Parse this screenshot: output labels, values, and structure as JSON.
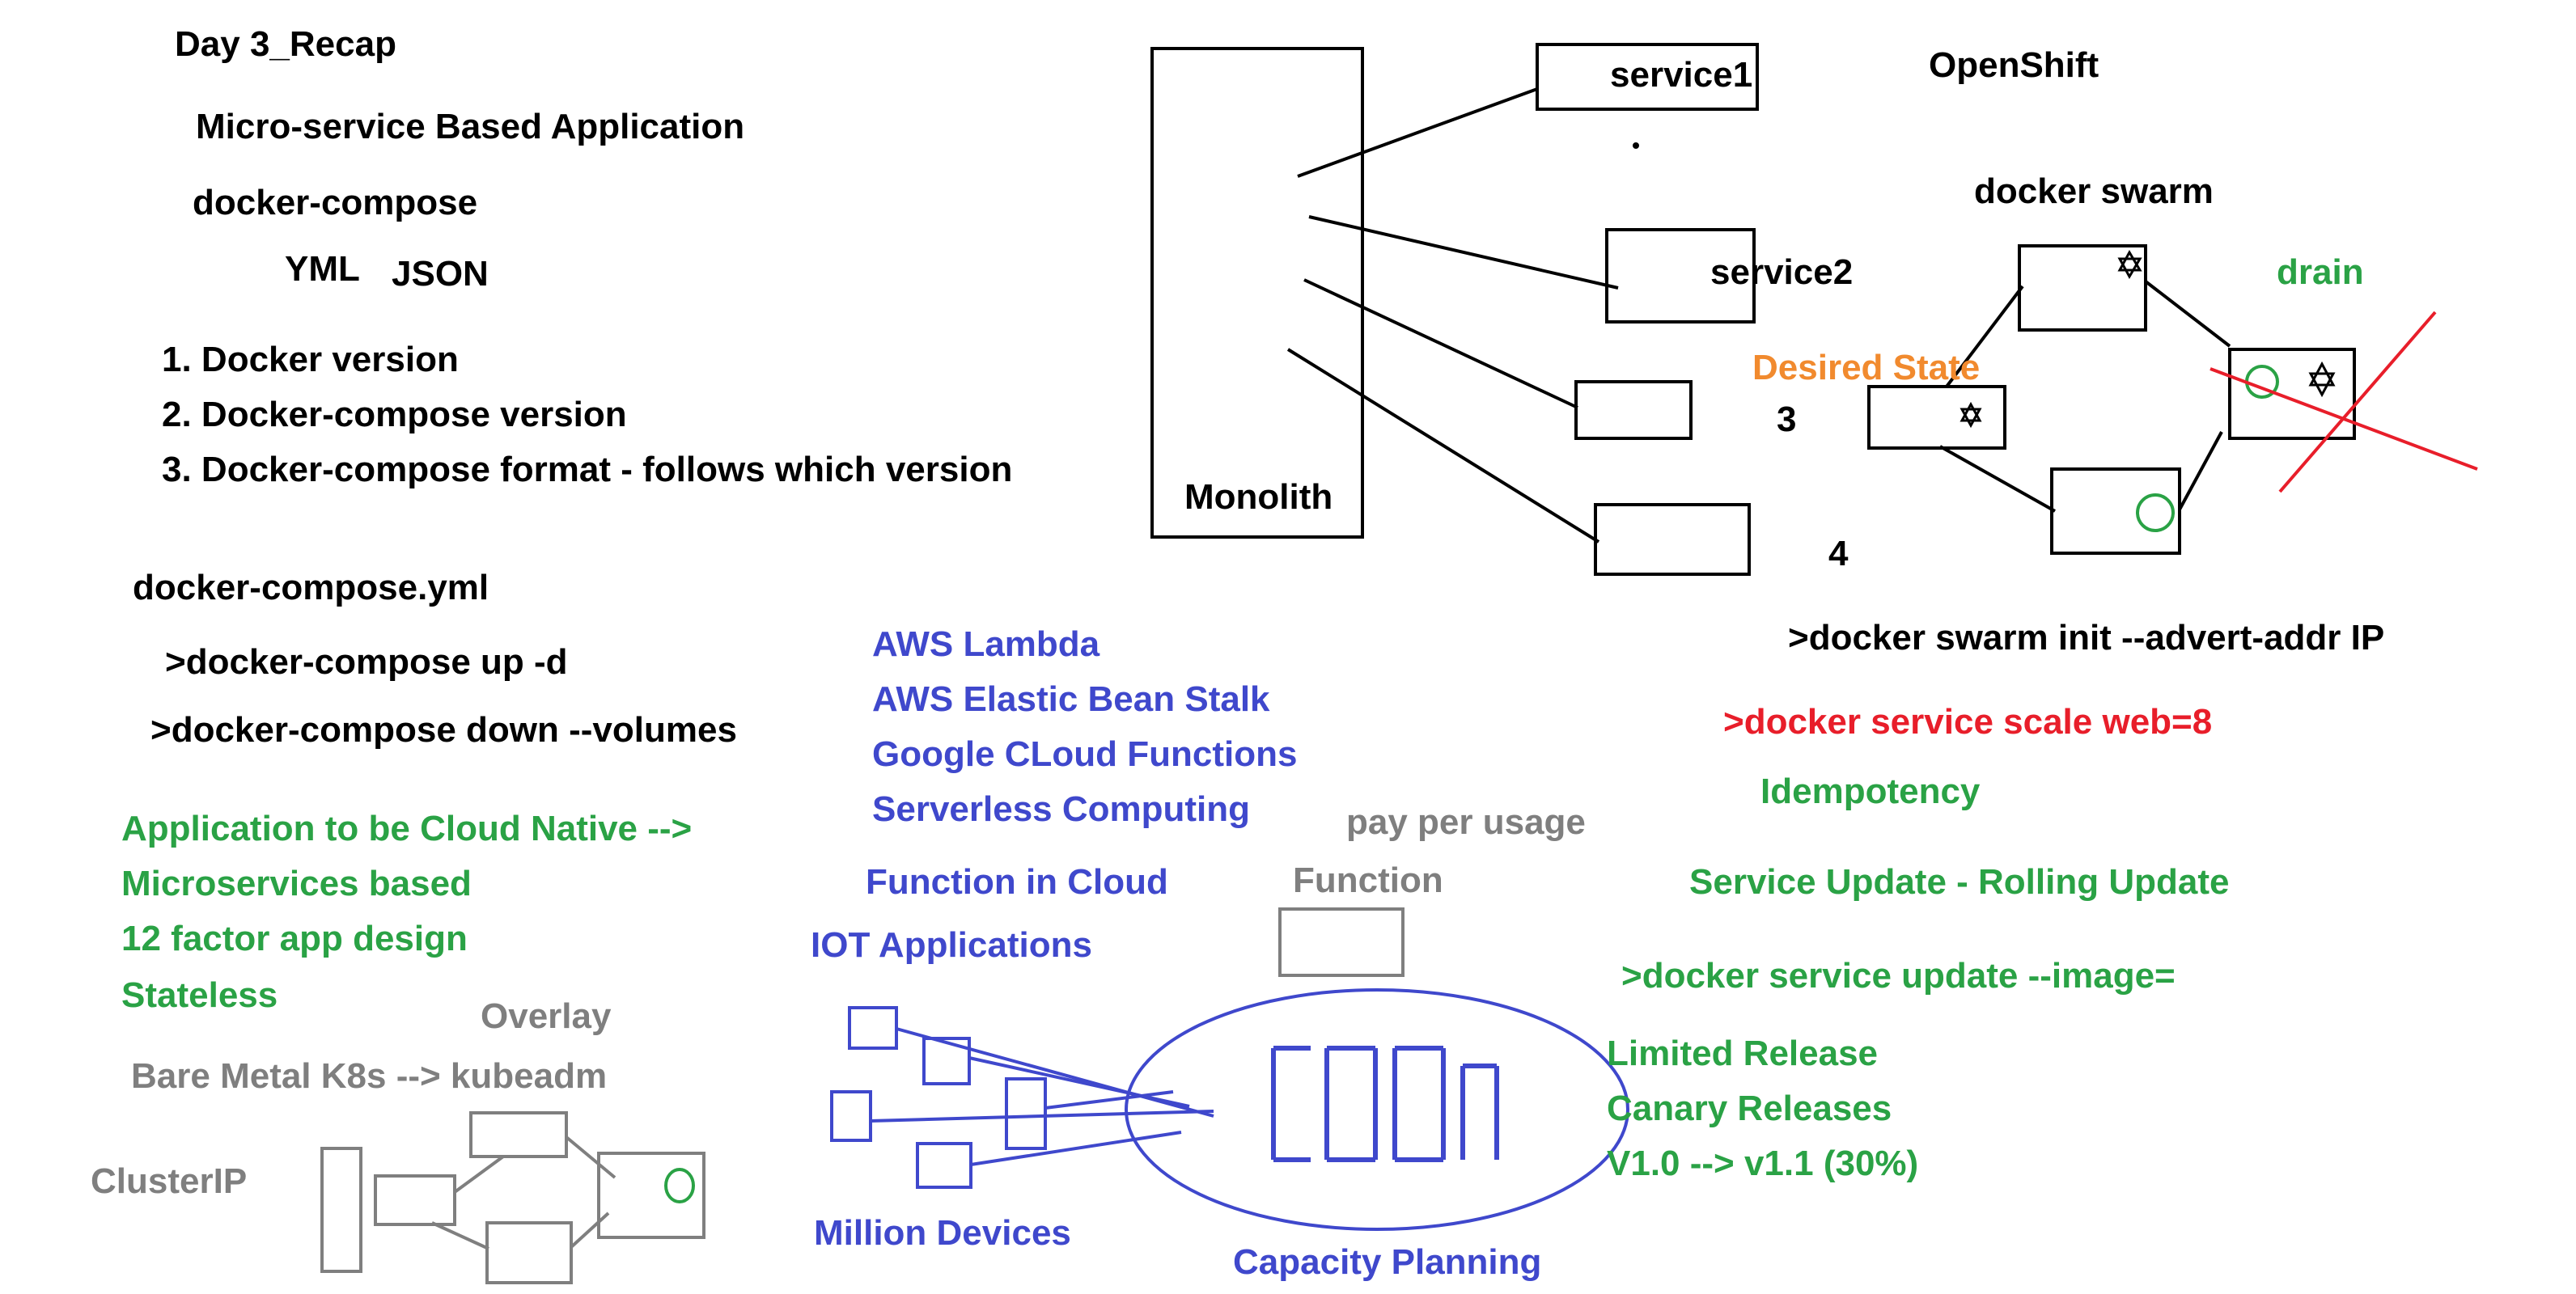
{
  "title": "Day 3_Recap",
  "lines": {
    "micro": "Micro-service Based Application",
    "compose": "docker-compose",
    "yml": "YML",
    "json": "JSON",
    "v1": "1. Docker version",
    "v2": "2. Docker-compose version",
    "v3": "3. Docker-compose format - follows which version",
    "yml_file": "docker-compose.yml",
    "up": ">docker-compose up -d",
    "down": ">docker-compose down --volumes"
  },
  "cloud_native": {
    "l1": "Application to be Cloud Native  -->",
    "l2": "Microservices based",
    "l3": "12 factor app design",
    "l4": "Stateless"
  },
  "k8s": {
    "overlay": "Overlay",
    "bare_metal": "Bare Metal K8s --> kubeadm",
    "clusterip": "ClusterIP"
  },
  "serverless": {
    "l1": "AWS Lambda",
    "l2": "AWS Elastic Bean Stalk",
    "l3": "Google CLoud Functions",
    "l4": "Serverless Computing",
    "pay": "pay per usage",
    "function_cloud": "Function in Cloud",
    "function": "Function",
    "iot": "IOT Applications",
    "million": "Million Devices",
    "capacity": "Capacity Planning"
  },
  "monolith": {
    "label": "Monolith",
    "service1": "service1",
    "service2": "service2",
    "n3": "3",
    "n4": "4"
  },
  "swarm": {
    "openshift": "OpenShift",
    "title": "docker swarm",
    "drain": "drain",
    "desired": "Desired State",
    "init": ">docker swarm init --advert-addr IP",
    "scale": ">docker service scale web=8",
    "idempotency": "Idempotency",
    "update": "Service Update - Rolling Update",
    "update_cmd": ">docker service update --image=",
    "limited": "Limited Release",
    "canary": "Canary Releases",
    "version": "V1.0 --> v1.1 (30%)"
  },
  "colors": {
    "black": "#000000",
    "green": "#2aa245",
    "blue": "#3f48cc",
    "gray": "#7f7f7f",
    "red": "#e81e2a",
    "orange": "#f18a2e"
  }
}
